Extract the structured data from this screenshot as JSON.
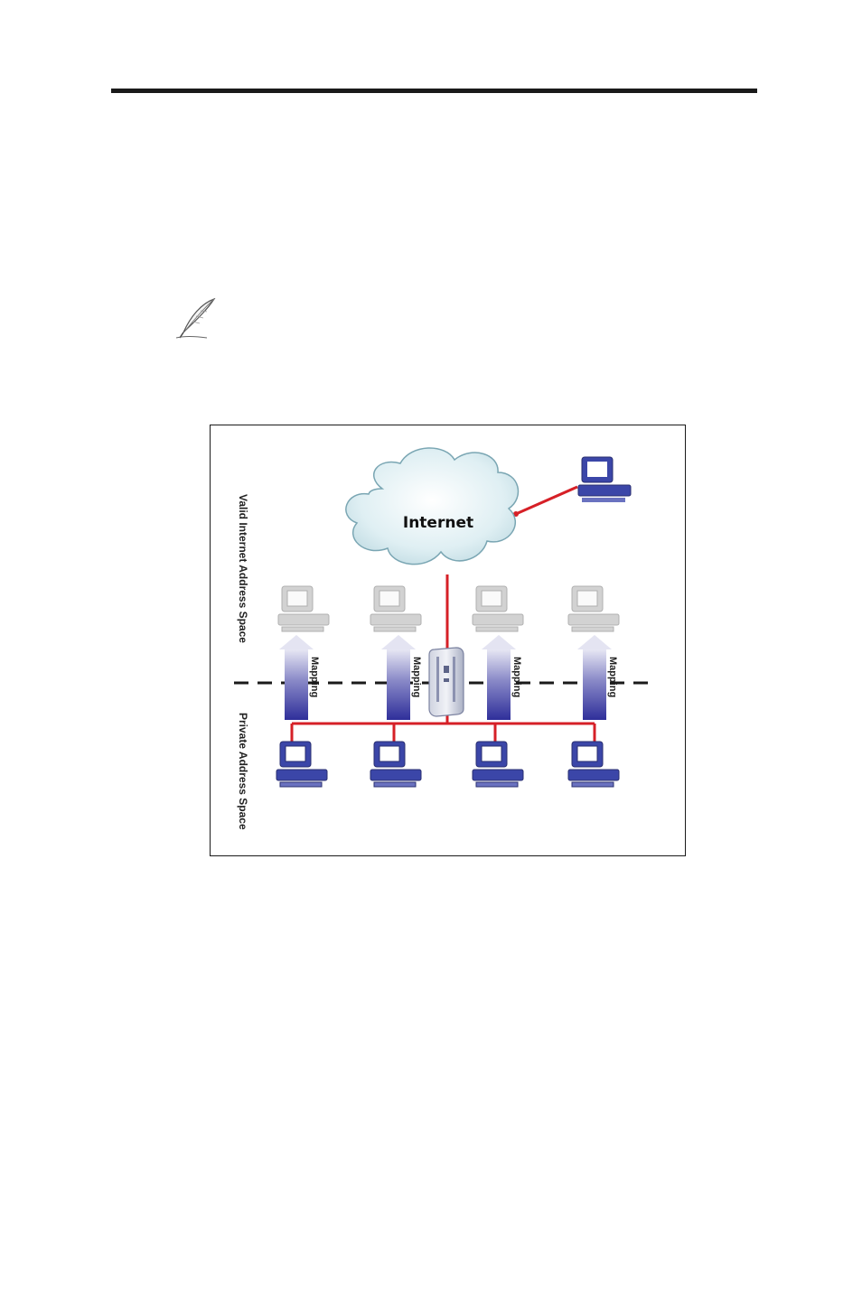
{
  "figure": {
    "cloud_label": "Internet",
    "upper_region_label": "Valid Internet Address Space",
    "lower_region_label": "Private Address Space",
    "mapping_label": "Mapping",
    "mapping_count": 4,
    "colors": {
      "link": "#d62027",
      "pc_active": "#3b46a8",
      "pc_ghost": "#c4c4c4",
      "arrow_top": "#e6e6f4",
      "arrow_bottom": "#2f2f9a"
    }
  },
  "icons": {
    "note": "feather-pen-icon"
  }
}
